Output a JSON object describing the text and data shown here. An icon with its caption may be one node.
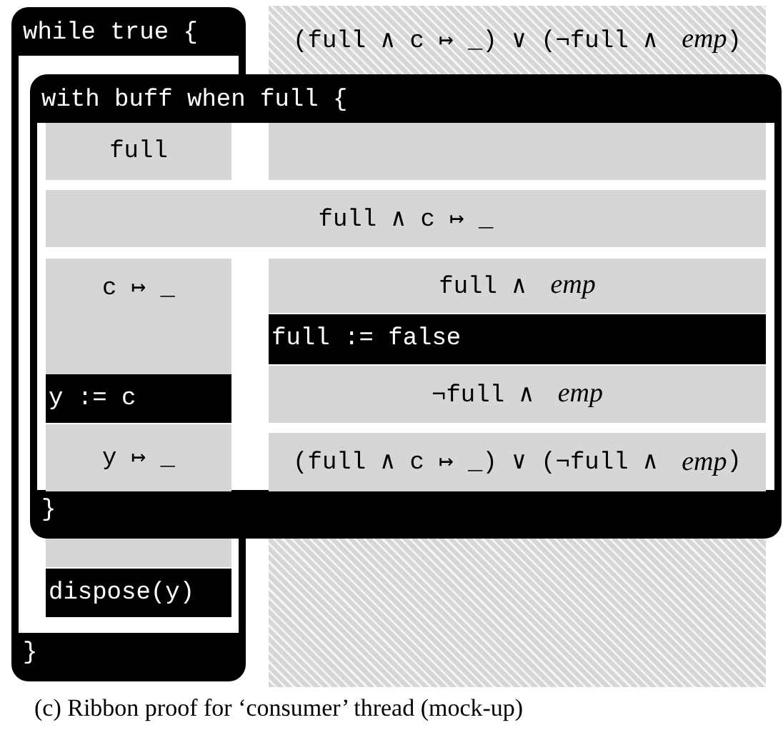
{
  "diagram": {
    "nodes": [
      {
        "text": [
          "while true {"
        ]
      },
      {
        "text": [
          "(full ∧ c ↦ _) ∨ (¬full ∧ *emp*)"
        ]
      },
      {
        "text": [
          "with buff when full {",
          "}"
        ]
      },
      {
        "text": [
          "full"
        ],
        "in": 2
      },
      {
        "text": [],
        "shape": "box",
        "in": 2
      },
      {
        "text": [
          "full ∧ c ↦ _"
        ],
        "in": 2
      },
      {
        "text": [
          "c ↦ _"
        ],
        "in": 2
      },
      {
        "text": [
          "full ∧ *emp*"
        ],
        "in": 2
      },
      {
        "text": [
          "full := false"
        ],
        "in": 2
      },
      {
        "text": [
          "y := c"
        ],
        "in": 2
      },
      {
        "text": [
          "¬full ∧ *emp*"
        ],
        "in": 2
      },
      {
        "text": [
          "y ↦ _"
        ],
        "in": 2
      },
      {
        "text": [
          "(full ∧ c ↦ _) ∨ (¬full ∧ *emp*)"
        ],
        "in": 2
      },
      {
        "text": [
          "}"
        ]
      },
      {
        "text": [],
        "shape": "box",
        "in": 13
      },
      {
        "text": [
          "dispose(y)"
        ],
        "in": 13
      },
      {
        "text": [],
        "shape": "box"
      }
    ],
    "caption": "(c) Ribbon proof for ‘consumer’ thread (mock-up)"
  }
}
